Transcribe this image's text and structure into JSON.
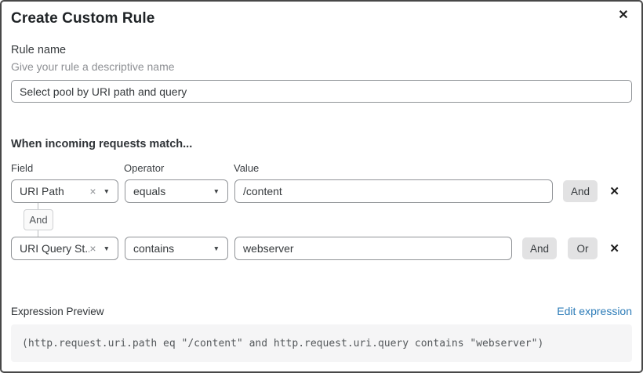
{
  "modal": {
    "title": "Create Custom Rule"
  },
  "icons": {
    "close": "✕",
    "remove": "✕",
    "clear": "×",
    "caret_down": "▼"
  },
  "rule_name": {
    "label": "Rule name",
    "helper": "Give your rule a descriptive name",
    "value": "Select pool by URI path and query"
  },
  "matcher": {
    "heading": "When incoming requests match...",
    "column_labels": {
      "field": "Field",
      "operator": "Operator",
      "value": "Value"
    },
    "rows": [
      {
        "field": "URI Path",
        "operator": "equals",
        "value": "/content",
        "and_button": "And"
      },
      {
        "field": "URI Query St...",
        "operator": "contains",
        "value": "webserver",
        "and_button": "And",
        "or_button": "Or"
      }
    ],
    "connector_label": "And"
  },
  "expression": {
    "label": "Expression Preview",
    "edit_link": "Edit expression",
    "code": "(http.request.uri.path eq \"/content\" and http.request.uri.query contains \"webserver\")"
  },
  "colors": {
    "link_blue": "#2d7cb8",
    "input_border": "#919498",
    "button_gray": "#e2e2e3",
    "code_bg": "#f5f5f6",
    "modal_border": "#474747"
  }
}
